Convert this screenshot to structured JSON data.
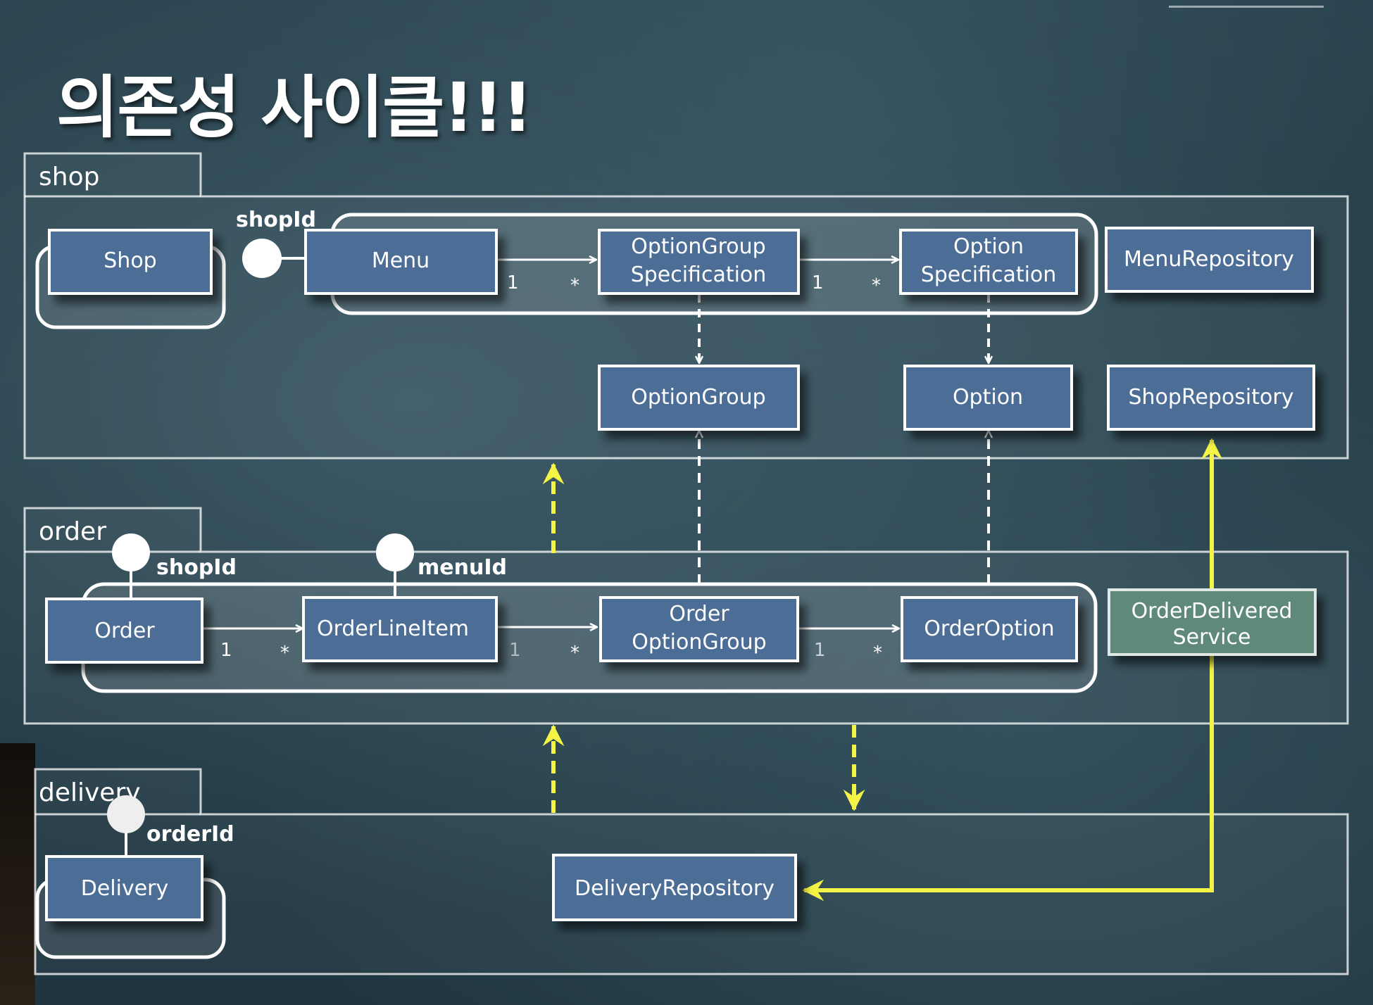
{
  "title": "의존성 사이클!!!",
  "packages": {
    "shop": "shop",
    "order": "order",
    "delivery": "delivery"
  },
  "classes": {
    "shop": "Shop",
    "menu": "Menu",
    "option_group_spec_l1": "OptionGroup",
    "option_group_spec_l2": "Specification",
    "option_spec_l1": "Option",
    "option_spec_l2": "Specification",
    "menu_repository": "MenuRepository",
    "option_group": "OptionGroup",
    "option": "Option",
    "shop_repository": "ShopRepository",
    "order": "Order",
    "order_line_item": "OrderLineItem",
    "order_option_group_l1": "Order",
    "order_option_group_l2": "OptionGroup",
    "order_option": "OrderOption",
    "order_delivered_service_l1": "OrderDelivered",
    "order_delivered_service_l2": "Service",
    "delivery": "Delivery",
    "delivery_repository": "DeliveryRepository"
  },
  "id_labels": {
    "menu_shop_id": "shopId",
    "order_shop_id": "shopId",
    "order_menu_id": "menuId",
    "delivery_order_id": "orderId"
  },
  "multiplicity": {
    "one": "1",
    "many": "*"
  },
  "colors": {
    "box_fill": "#4c6d96",
    "service_fill": "#5e8a7a",
    "accent_yellow": "#f4f447",
    "line_white": "#ffffff"
  }
}
